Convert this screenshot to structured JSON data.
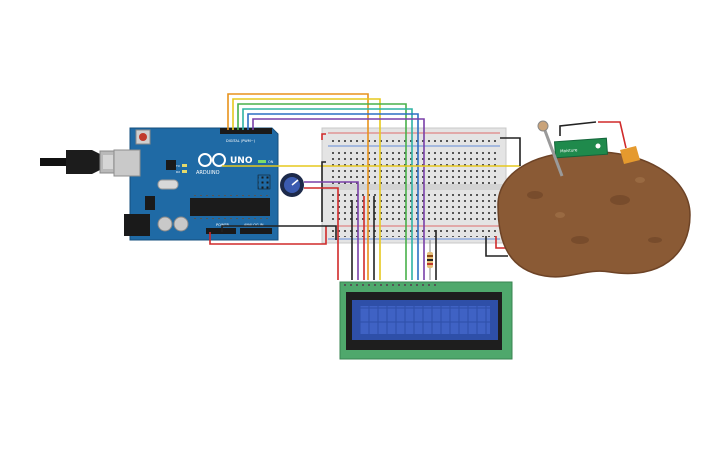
{
  "arduino": {
    "brand": "ARDUINO",
    "model": "UNO",
    "digital_label": "DIGITAL (PWM~)",
    "power_label": "POWER",
    "analog_label": "ANALOG IN",
    "on_label": "ON",
    "tx_label": "TX",
    "rx_label": "RX"
  },
  "sensor": {
    "label": "Moisture"
  },
  "colors": {
    "arduino_board": "#1f6aa5",
    "breadboard": "#e4e4e4",
    "lcd_pcb": "#4fa86c",
    "lcd_screen": "#2e4fa8",
    "potato": "#8a5a35",
    "sensor_pcb": "#1f8a4c",
    "wire_orange": "#e8921c",
    "wire_yellow": "#e6c81e",
    "wire_green": "#48b04a",
    "wire_teal": "#2fb3a3",
    "wire_blue": "#2d6fc4",
    "wire_purple": "#7a3fa8",
    "wire_red": "#d02a2a",
    "wire_black": "#222222"
  }
}
